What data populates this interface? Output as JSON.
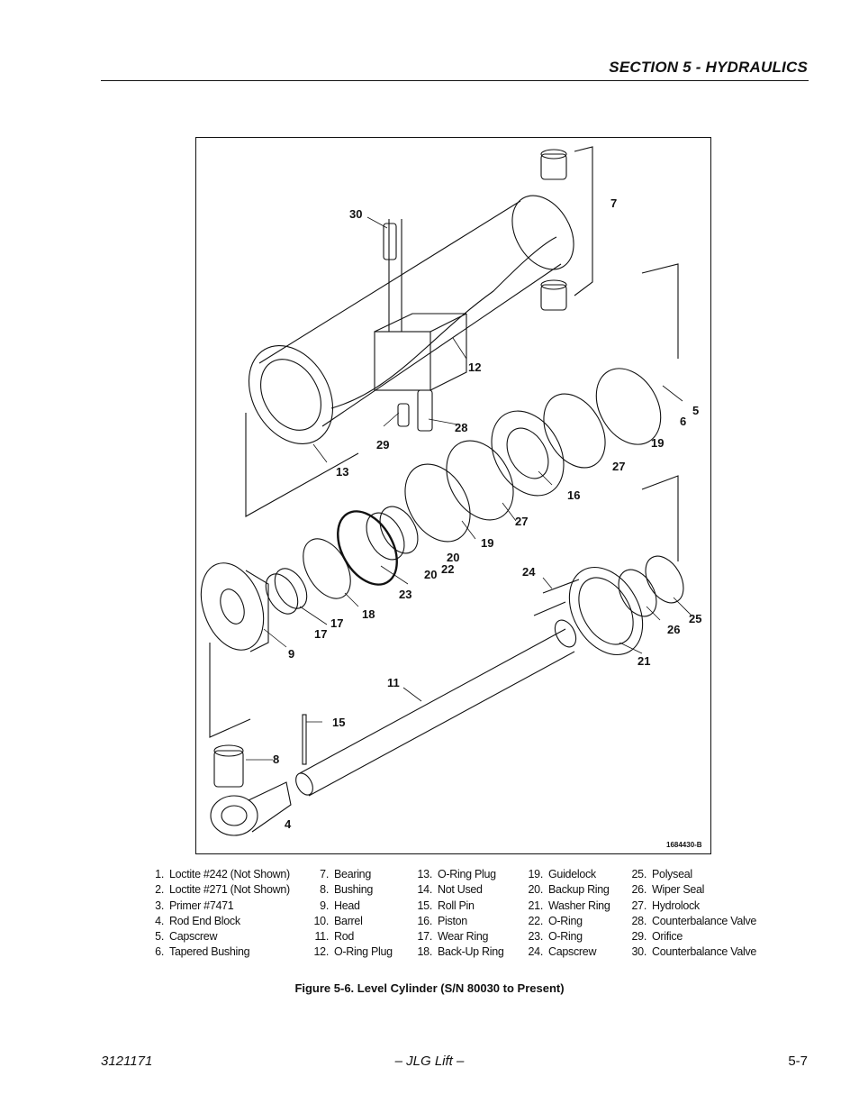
{
  "header": {
    "section_title": "SECTION 5 - HYDRAULICS"
  },
  "figure": {
    "drawing_id": "1684430-B",
    "callouts": [
      "30",
      "7",
      "12",
      "5",
      "6",
      "19",
      "28",
      "29",
      "13",
      "27",
      "16",
      "27",
      "19",
      "20",
      "22",
      "20",
      "23",
      "18",
      "17",
      "17",
      "9",
      "24",
      "25",
      "26",
      "21",
      "11",
      "15",
      "8",
      "4"
    ],
    "caption": "Figure 5-6.  Level Cylinder (S/N 80030 to Present)"
  },
  "legend": {
    "columns": [
      [
        {
          "num": "1.",
          "label": "Loctite #242 (Not Shown)"
        },
        {
          "num": "2.",
          "label": "Loctite #271 (Not Shown)"
        },
        {
          "num": "3.",
          "label": "Primer #7471"
        },
        {
          "num": "4.",
          "label": "Rod End Block"
        },
        {
          "num": "5.",
          "label": "Capscrew"
        },
        {
          "num": "6.",
          "label": "Tapered Bushing"
        }
      ],
      [
        {
          "num": "7.",
          "label": "Bearing"
        },
        {
          "num": "8.",
          "label": "Bushing"
        },
        {
          "num": "9.",
          "label": "Head"
        },
        {
          "num": "10.",
          "label": "Barrel"
        },
        {
          "num": "11.",
          "label": "Rod"
        },
        {
          "num": "12.",
          "label": "O-Ring Plug"
        }
      ],
      [
        {
          "num": "13.",
          "label": "O-Ring Plug"
        },
        {
          "num": "14.",
          "label": "Not Used"
        },
        {
          "num": "15.",
          "label": "Roll Pin"
        },
        {
          "num": "16.",
          "label": "Piston"
        },
        {
          "num": "17.",
          "label": "Wear Ring"
        },
        {
          "num": "18.",
          "label": "Back-Up Ring"
        }
      ],
      [
        {
          "num": "19.",
          "label": "Guidelock"
        },
        {
          "num": "20.",
          "label": "Backup Ring"
        },
        {
          "num": "21.",
          "label": "Washer Ring"
        },
        {
          "num": "22.",
          "label": "O-Ring"
        },
        {
          "num": "23.",
          "label": "O-Ring"
        },
        {
          "num": "24.",
          "label": "Capscrew"
        }
      ],
      [
        {
          "num": "25.",
          "label": "Polyseal"
        },
        {
          "num": "26.",
          "label": "Wiper Seal"
        },
        {
          "num": "27.",
          "label": "Hydrolock"
        },
        {
          "num": "28.",
          "label": "Counterbalance Valve"
        },
        {
          "num": "29.",
          "label": "Orifice"
        },
        {
          "num": "30.",
          "label": "Counterbalance Valve"
        }
      ]
    ]
  },
  "footer": {
    "doc_number": "3121171",
    "brand": "– JLG Lift –",
    "page_number": "5-7"
  }
}
